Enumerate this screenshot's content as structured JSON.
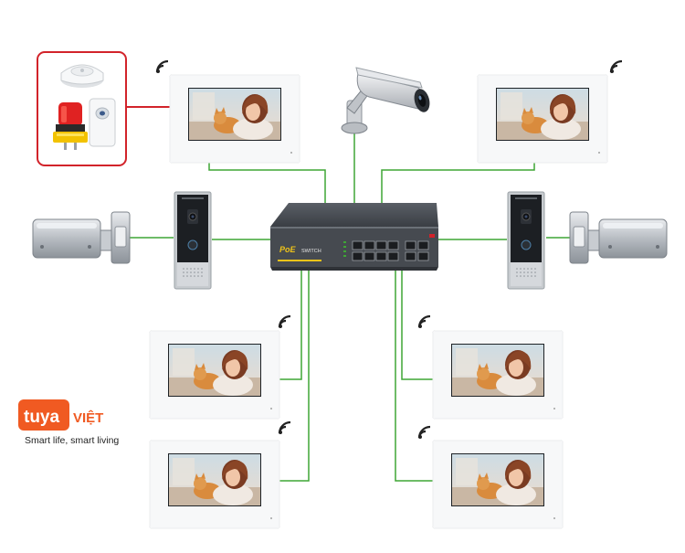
{
  "switch": {
    "brand": "PoE",
    "model": "SWITCH"
  },
  "logo": {
    "brand": "tuya",
    "partner": "VIỆT",
    "tagline": "Smart life, smart living"
  },
  "colors": {
    "wire": "#3fa535",
    "alarm_border": "#d2232a",
    "switch_body": "#4a4e55",
    "monitor_frame": "#f4f5f6",
    "logo_orange": "#f05a22"
  },
  "icons": [
    "wifi-icon",
    "smoke-detector-icon",
    "siren-icon",
    "motion-sensor-icon",
    "cctv-camera-icon",
    "door-lock-icon",
    "door-station-icon"
  ]
}
